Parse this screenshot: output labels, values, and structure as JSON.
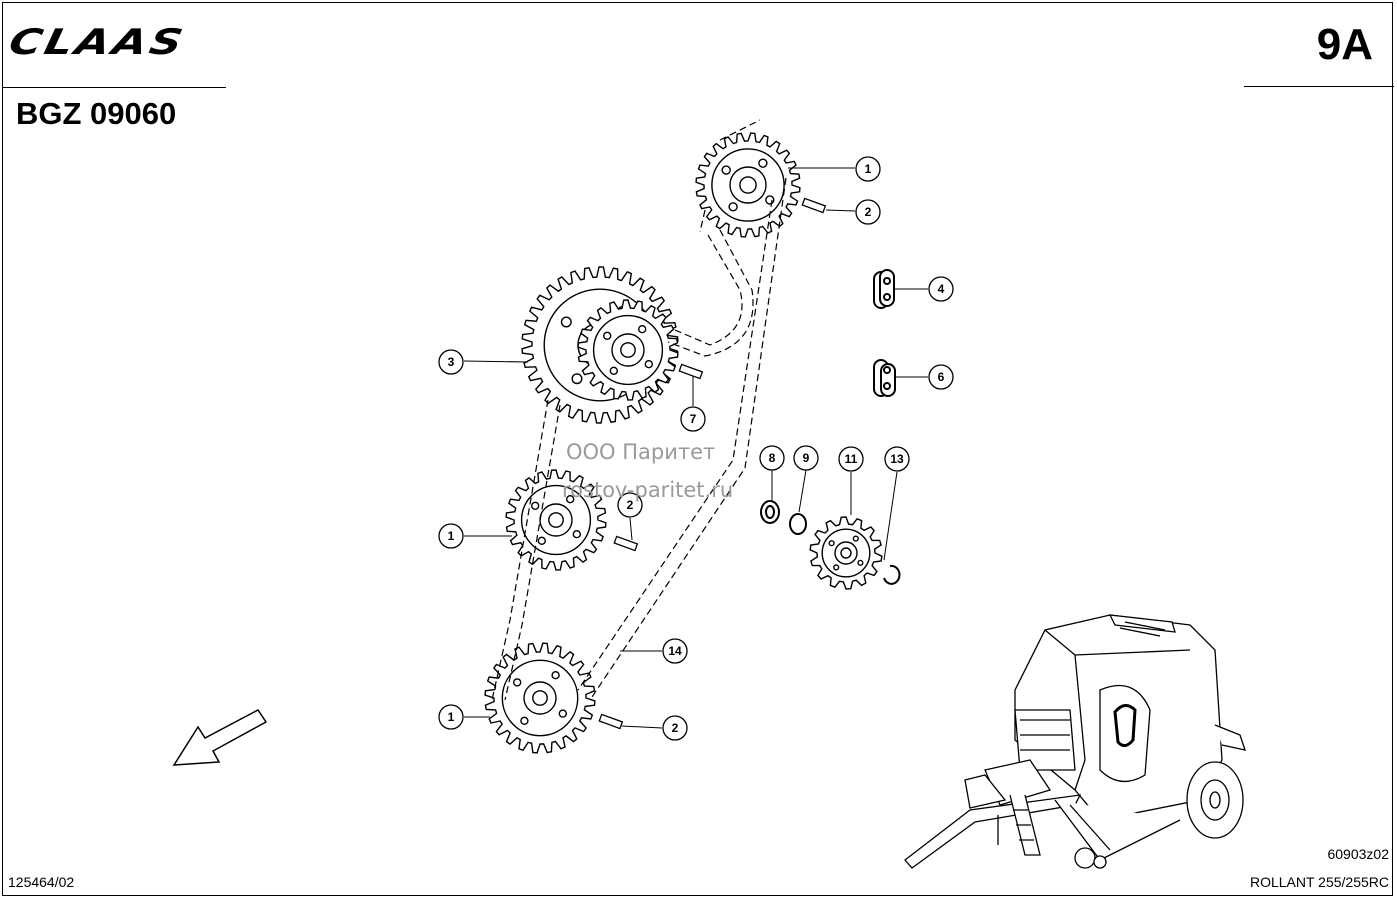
{
  "header": {
    "brand": "CLAAS",
    "model_code": "BGZ 09060",
    "sheet": "9A"
  },
  "watermark": {
    "line1": "ООО Паритет",
    "line2": "rostov-paritet.ru"
  },
  "callouts": [
    {
      "id": "c1a",
      "label": "1"
    },
    {
      "id": "c2a",
      "label": "2"
    },
    {
      "id": "c4",
      "label": "4"
    },
    {
      "id": "c6",
      "label": "6"
    },
    {
      "id": "c3",
      "label": "3"
    },
    {
      "id": "c7",
      "label": "7"
    },
    {
      "id": "c8",
      "label": "8"
    },
    {
      "id": "c9",
      "label": "9"
    },
    {
      "id": "c11",
      "label": "11"
    },
    {
      "id": "c13",
      "label": "13"
    },
    {
      "id": "c1b",
      "label": "1"
    },
    {
      "id": "c2b",
      "label": "2"
    },
    {
      "id": "c14",
      "label": "14"
    },
    {
      "id": "c1c",
      "label": "1"
    },
    {
      "id": "c2c",
      "label": "2"
    }
  ],
  "footer": {
    "drawing_code": "60903z02",
    "document_number": "125464/02",
    "machine": "ROLLANT 255/255RC"
  }
}
